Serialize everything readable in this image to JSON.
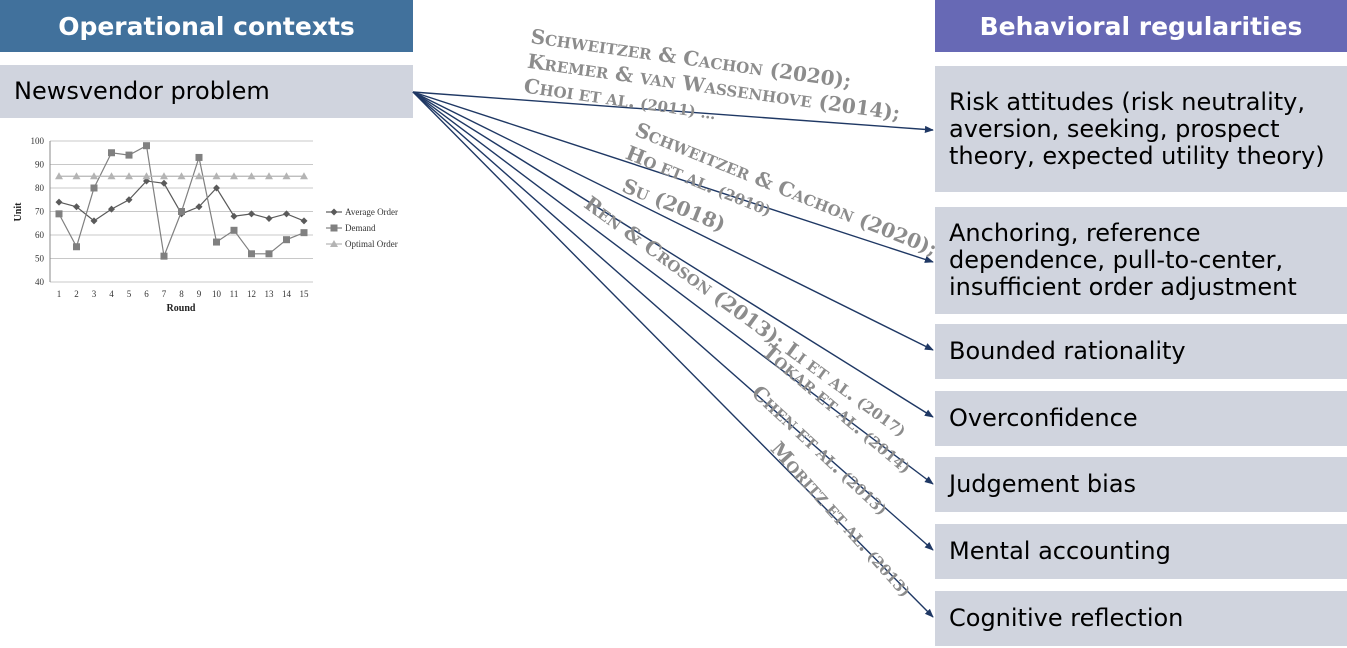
{
  "headers": {
    "left": "Operational contexts",
    "right": "Behavioral regularities",
    "left_color": "#41719c",
    "right_color": "#6769b5"
  },
  "context": {
    "label": "Newsvendor problem"
  },
  "regularities": [
    "Risk attitudes (risk neutrality, aversion, seeking, prospect theory, expected utility theory)",
    "Anchoring, reference dependence, pull-to-center, insufficient order adjustment",
    "Bounded rationality",
    "Overconfidence",
    "Judgement bias",
    "Mental accounting",
    "Cognitive reflection"
  ],
  "citations": [
    {
      "lines": [
        [
          "S",
          "CHWEITZER",
          " & C",
          "ACHON",
          " (2020);"
        ],
        [
          "K",
          "REMER",
          " & ",
          "VAN",
          " W",
          "ASSENHOVE",
          " (2014);"
        ],
        [
          "C",
          "HOI ET AL",
          ".",
          " (2011) …"
        ]
      ]
    },
    {
      "lines": [
        [
          "S",
          "CHWEITZER",
          " & C",
          "ACHON",
          " (2020);"
        ],
        [
          "H",
          "O ET AL",
          ".",
          " (2010)"
        ]
      ]
    },
    {
      "lines": [
        [
          "S",
          "U",
          " (2018)"
        ]
      ]
    },
    {
      "lines": [
        [
          "R",
          "EN",
          " & C",
          "ROSON",
          " (2013); L",
          "I ET AL",
          ".",
          " (2017)"
        ]
      ]
    },
    {
      "lines": [
        [
          "T",
          "OKAR ET AL",
          ".",
          " (2014)"
        ]
      ]
    },
    {
      "lines": [
        [
          "C",
          "HEN ET AL",
          ".",
          " (2013)"
        ]
      ]
    },
    {
      "lines": [
        [
          "M",
          "ORITZ ET AL",
          ".",
          " (2013)"
        ]
      ]
    }
  ],
  "colors": {
    "box_fill": "#d0d4de",
    "arrow": "#1f3864",
    "citation_text": "#8c8c8c"
  },
  "chart_data": {
    "type": "line",
    "x": [
      1,
      2,
      3,
      4,
      5,
      6,
      7,
      8,
      9,
      10,
      11,
      12,
      13,
      14,
      15
    ],
    "xlabel": "Round",
    "ylabel": "Unit",
    "ylim": [
      40,
      100
    ],
    "yticks": [
      40,
      50,
      60,
      70,
      80,
      90,
      100
    ],
    "grid": true,
    "legend_position": "right",
    "series": [
      {
        "name": "Average Order",
        "marker": "diamond",
        "values": [
          74,
          72,
          66,
          71,
          75,
          83,
          82,
          69,
          72,
          80,
          68,
          69,
          67,
          69,
          66
        ]
      },
      {
        "name": "Demand",
        "marker": "square",
        "values": [
          69,
          55,
          80,
          95,
          94,
          98,
          51,
          70,
          93,
          57,
          62,
          52,
          52,
          58,
          61
        ]
      },
      {
        "name": "Optimal Order",
        "marker": "triangle",
        "values": [
          85,
          85,
          85,
          85,
          85,
          85,
          85,
          85,
          85,
          85,
          85,
          85,
          85,
          85,
          85
        ]
      }
    ]
  }
}
